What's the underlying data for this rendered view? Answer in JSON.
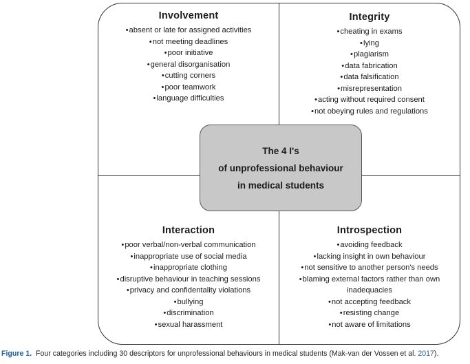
{
  "center": {
    "line1": "The 4 I's",
    "line2": "of unprofessional behaviour",
    "line3": "in  medical students"
  },
  "quadrants": {
    "involvement": {
      "title": "Involvement",
      "items": [
        "absent or late for assigned activities",
        "not meeting deadlines",
        "poor initiative",
        "general disorganisation",
        "cutting corners",
        "poor teamwork",
        "language difficulties"
      ]
    },
    "integrity": {
      "title": "Integrity",
      "items": [
        "cheating in exams",
        "lying",
        "plagiarism",
        "data fabrication",
        "data falsification",
        "misrepresentation",
        "acting without required consent",
        "not obeying rules and regulations"
      ]
    },
    "interaction": {
      "title": "Interaction",
      "items": [
        "poor verbal/non-verbal  communication",
        "inappropriate use of social  media",
        "inappropriate clothing",
        "disruptive behaviour in teaching sessions",
        "privacy and confidentality violations",
        "bullying",
        "discrimination",
        "sexual harassment"
      ]
    },
    "introspection": {
      "title": "Introspection",
      "items": [
        "avoiding feedback",
        "lacking insight in own behaviour",
        "not sensitive to another person's needs",
        "blaming external factors rather than own inadequacies",
        "not accepting feedback",
        "resisting change",
        "not aware of limitations"
      ]
    }
  },
  "caption": {
    "label": "Figure 1.",
    "text": "Four categories including 30 descriptors for unprofessional behaviours in medical students (Mak-van der Vossen et al. ",
    "year": "2017",
    "end": ")."
  },
  "colors": {
    "caption_accent": "#1f5da0",
    "center_fill": "#c8c8c8"
  }
}
